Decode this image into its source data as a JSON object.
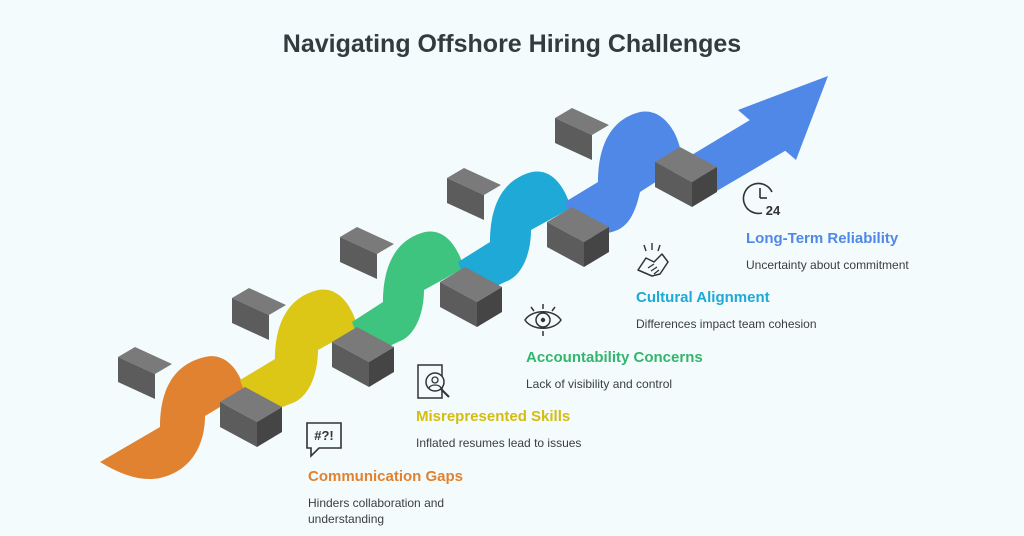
{
  "title": "Navigating Offshore Hiring Challenges",
  "colors": {
    "background": "#f3fbfc",
    "orange": "#e08230",
    "yellow": "#dcc716",
    "green": "#3fc47f",
    "teal": "#1ea9d6",
    "blue": "#4f88e6",
    "block_front": "#5c5c5c",
    "block_top": "#7a7a7a",
    "block_side": "#454545"
  },
  "steps": [
    {
      "title": "Communication Gaps",
      "description": "Hinders collaboration and understanding",
      "color": "#e08230",
      "icon": "speech-bubble-symbols-icon",
      "icon_text": "#?!"
    },
    {
      "title": "Misrepresented Skills",
      "description": "Inflated resumes lead to issues",
      "color": "#d4bd10",
      "icon": "resume-magnifier-icon"
    },
    {
      "title": "Accountability Concerns",
      "description": "Lack of visibility and control",
      "color": "#33b56d",
      "icon": "eye-target-icon"
    },
    {
      "title": "Cultural Alignment",
      "description": "Differences impact team cohesion",
      "color": "#1ea9d6",
      "icon": "handshake-icon"
    },
    {
      "title": "Long-Term Reliability",
      "description": "Uncertainty about commitment",
      "color": "#4f88e6",
      "icon": "clock-24-icon",
      "icon_text": "24"
    }
  ]
}
